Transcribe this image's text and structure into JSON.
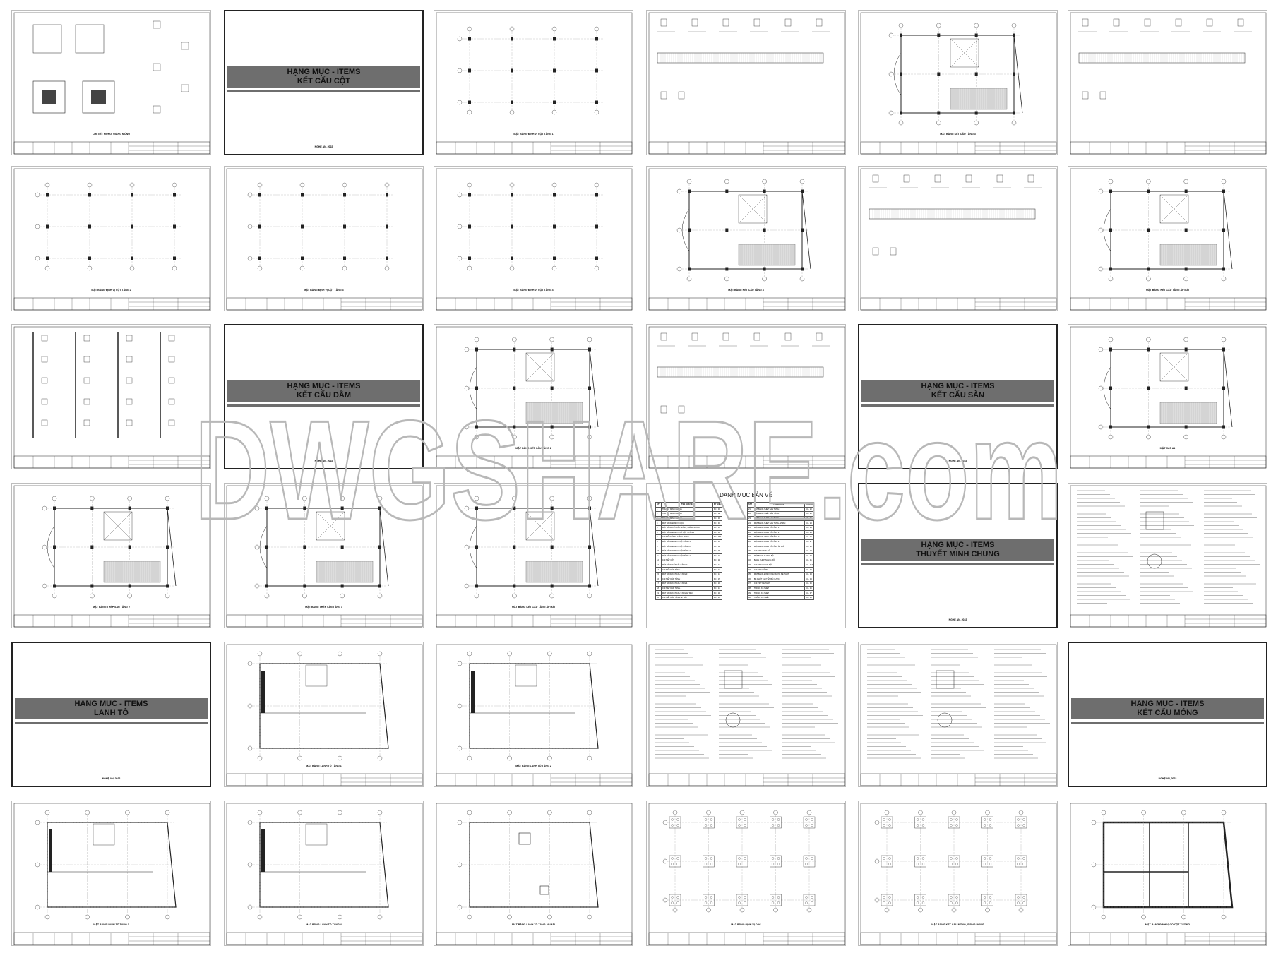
{
  "watermark": "DWGSHARE.com",
  "title_sheet": {
    "prefix": "HẠNG MỤC - ITEMS",
    "date": "NGHỆ AN, 2022"
  },
  "sheets": [
    {
      "kind": "detail",
      "caption": "CHI TIẾT MÓNG, GIẰNG MÓNG"
    },
    {
      "kind": "title",
      "title": "KẾT CẤU CỘT"
    },
    {
      "kind": "colplan",
      "caption": "MẶT BẰNG ĐỊNH VỊ CỘT TẦNG 1"
    },
    {
      "kind": "beam",
      "caption": ""
    },
    {
      "kind": "slab",
      "caption": "MẶT BẰNG KẾT CẤU TẦNG 3"
    },
    {
      "kind": "beam",
      "caption": ""
    },
    {
      "kind": "colplan",
      "caption": "MẶT BẰNG ĐỊNH VỊ CỘT TẦNG 2"
    },
    {
      "kind": "colplan",
      "caption": "MẶT BẰNG ĐỊNH VỊ CỘT TẦNG 3"
    },
    {
      "kind": "colplan",
      "caption": "MẶT BẰNG ĐỊNH VỊ CỘT TẦNG 4"
    },
    {
      "kind": "slab",
      "caption": "MẶT BẰNG KẾT CẤU TẦNG 4"
    },
    {
      "kind": "beam",
      "caption": ""
    },
    {
      "kind": "slab",
      "caption": "MẶT BẰNG KẾT CẤU TẦNG ÁP MÁI"
    },
    {
      "kind": "columns",
      "caption": ""
    },
    {
      "kind": "title",
      "title": "KẾT CẤU DẦM"
    },
    {
      "kind": "slab",
      "caption": "MẶT BẰNG KẾT CẤU TẦNG 2"
    },
    {
      "kind": "beam",
      "caption": ""
    },
    {
      "kind": "title",
      "title": "KẾT CẤU SÀN"
    },
    {
      "kind": "slab",
      "caption": "MẶT CẮT A1"
    },
    {
      "kind": "slab",
      "caption": "MẶT BẰNG THÉP SÀN TẦNG 2"
    },
    {
      "kind": "slab",
      "caption": "MẶT BẰNG THÉP SÀN TẦNG 3"
    },
    {
      "kind": "slab",
      "caption": "MẶT BẰNG KẾT CẤU TẦNG ÁP MÁI"
    },
    {
      "kind": "list",
      "caption": ""
    },
    {
      "kind": "title",
      "title": "THUYẾT MINH CHUNG"
    },
    {
      "kind": "notes",
      "caption": ""
    },
    {
      "kind": "title",
      "title": "LANH TÔ"
    },
    {
      "kind": "lintel",
      "caption": "MẶT BẰNG LANH TÔ TẦNG 1"
    },
    {
      "kind": "lintel",
      "caption": "MẶT BẰNG LANH TÔ TẦNG 2"
    },
    {
      "kind": "notes",
      "caption": ""
    },
    {
      "kind": "notes",
      "caption": ""
    },
    {
      "kind": "title",
      "title": "KẾT CẤU MÓNG"
    },
    {
      "kind": "lintel",
      "caption": "MẶT BẰNG LANH TÔ TẦNG 3"
    },
    {
      "kind": "lintel",
      "caption": "MẶT BẰNG LANH TÔ TẦNG 4"
    },
    {
      "kind": "roof",
      "caption": "MẶT BẰNG LANH TÔ TẦNG ÁP MÁI"
    },
    {
      "kind": "pile",
      "caption": "MẶT BẰNG ĐỊNH VỊ CỌC"
    },
    {
      "kind": "foundation",
      "caption": "MẶT BẰNG KẾT CẤU MÓNG, GIẰNG MÓNG"
    },
    {
      "kind": "wallplan",
      "caption": "MẶT BẰNG ĐỊNH VỊ CỔ CỘT TƯỜNG"
    }
  ],
  "drawing_list": {
    "title": "DANH MỤC BẢN VẼ",
    "headers": [
      "STT",
      "TÊN BẢN VẼ",
      "KÝ HIỆU"
    ],
    "rows": [
      [
        "1",
        "THUYẾT MINH CHUNG",
        "KC - 01"
      ],
      [
        "2",
        "THUYẾT MINH CHUNG",
        "KC - 02"
      ],
      [
        "3",
        "THUYẾT MINH CHUNG",
        "KC - 03"
      ],
      [
        "4",
        "MẶT BẰNG ĐỊNH VỊ CỌC",
        "KC - 04"
      ],
      [
        "5",
        "MẶT BẰNG KẾT CẤU MÓNG, GIẰNG MÓNG",
        "KC - 05"
      ],
      [
        "6",
        "MẶT BẰNG ĐỊNH VỊ CỔ CỘT TƯỜNG",
        "KC - 06"
      ],
      [
        "7",
        "CHI TIẾT MÓNG, GIẰNG MÓNG",
        "KC - 06A"
      ],
      [
        "8",
        "MẶT BẰNG ĐỊNH VỊ CỘT TẦNG 1",
        "KC - 07"
      ],
      [
        "9",
        "MẶT BẰNG ĐỊNH VỊ CỘT TẦNG 2",
        "KC - 08"
      ],
      [
        "10",
        "MẶT BẰNG ĐỊNH VỊ CỘT TẦNG 3",
        "KC - 09"
      ],
      [
        "11",
        "MẶT BẰNG ĐỊNH VỊ CỘT TẦNG 4",
        "KC - 10"
      ],
      [
        "12",
        "CHI TIẾT CỘT",
        "KC - 11"
      ],
      [
        "13",
        "MẶT BẰNG KẾT CẤU TẦNG 2",
        "KC - 12"
      ],
      [
        "14",
        "CHI TIẾT DẦM TẦNG 2",
        "KC - 13"
      ],
      [
        "15",
        "MẶT BẰNG KẾT CẤU TẦNG 3",
        "KC - 14"
      ],
      [
        "16",
        "CHI TIẾT DẦM TẦNG 3",
        "KC - 15"
      ],
      [
        "17",
        "MẶT BẰNG KẾT CẤU TẦNG 4",
        "KC - 16"
      ],
      [
        "18",
        "CHI TIẾT DẦM TẦNG 4",
        "KC - 17"
      ],
      [
        "19",
        "MẶT BẰNG KẾT CẤU TẦNG ÁP MÁI",
        "KC - 18"
      ],
      [
        "20",
        "CHI TIẾT DẦM TẦNG ÁP MÁI",
        "KC - 19"
      ],
      [
        "21",
        "MẶT BẰNG THÉP SÀN TẦNG 2",
        "KC - 20"
      ],
      [
        "22",
        "MẶT BẰNG THÉP SÀN TẦNG 3",
        "KC - 21"
      ],
      [
        "23",
        "MẶT BẰNG THÉP SÀN TẦNG 4",
        "KC - 22"
      ],
      [
        "24",
        "MẶT BẰNG THÉP SÀN TẦNG ÁP MÁI",
        "KC - 23"
      ],
      [
        "25",
        "MẶT BẰNG LANH TÔ TẦNG 1",
        "KC - 24"
      ],
      [
        "26",
        "MẶT BẰNG LANH TÔ TẦNG 2",
        "KC - 25"
      ],
      [
        "27",
        "MẶT BẰNG LANH TÔ TẦNG 3",
        "KC - 26"
      ],
      [
        "28",
        "MẶT BẰNG LANH TÔ TẦNG 4",
        "KC - 27"
      ],
      [
        "29",
        "MẶT BẰNG LANH TÔ TẦNG ÁP MÁI",
        "KC - 28"
      ],
      [
        "30",
        "CHI TIẾT LANH TÔ",
        "KC - 29"
      ],
      [
        "31",
        "MẶT BẰNG THANG BỘ",
        "KC - 30"
      ],
      [
        "32",
        "BẢNG THÉP THANG BỘ",
        "KC - 31"
      ],
      [
        "33",
        "CHI TIẾT THANG BỘ",
        "KC - 31A"
      ],
      [
        "34",
        "CHI TIẾT HỐ PIT",
        "KC - 32"
      ],
      [
        "35",
        "MẶT BẰNG ĐỊNH VỊ BỂ NƯỚC, BỂ PHỐT",
        "KC - 33"
      ],
      [
        "36",
        "BỂ PHỐT CHI TIẾT BỂ NƯỚC",
        "KC - 34"
      ],
      [
        "37",
        "CHI TIẾT BỂ PHỐT",
        "KC - 35"
      ],
      [
        "38",
        "THỐNG KÊ THÉP",
        "KC - 36"
      ],
      [
        "39",
        "THỐNG KÊ THÉP",
        "KC - 37"
      ],
      [
        "40",
        "THỐNG KÊ THÉP",
        "KC - 38"
      ]
    ]
  },
  "colors": {
    "banner": "#6e6e6e",
    "line": "#222222",
    "hatch": "#9a9a9a",
    "watermark": "#b0b0b0"
  }
}
